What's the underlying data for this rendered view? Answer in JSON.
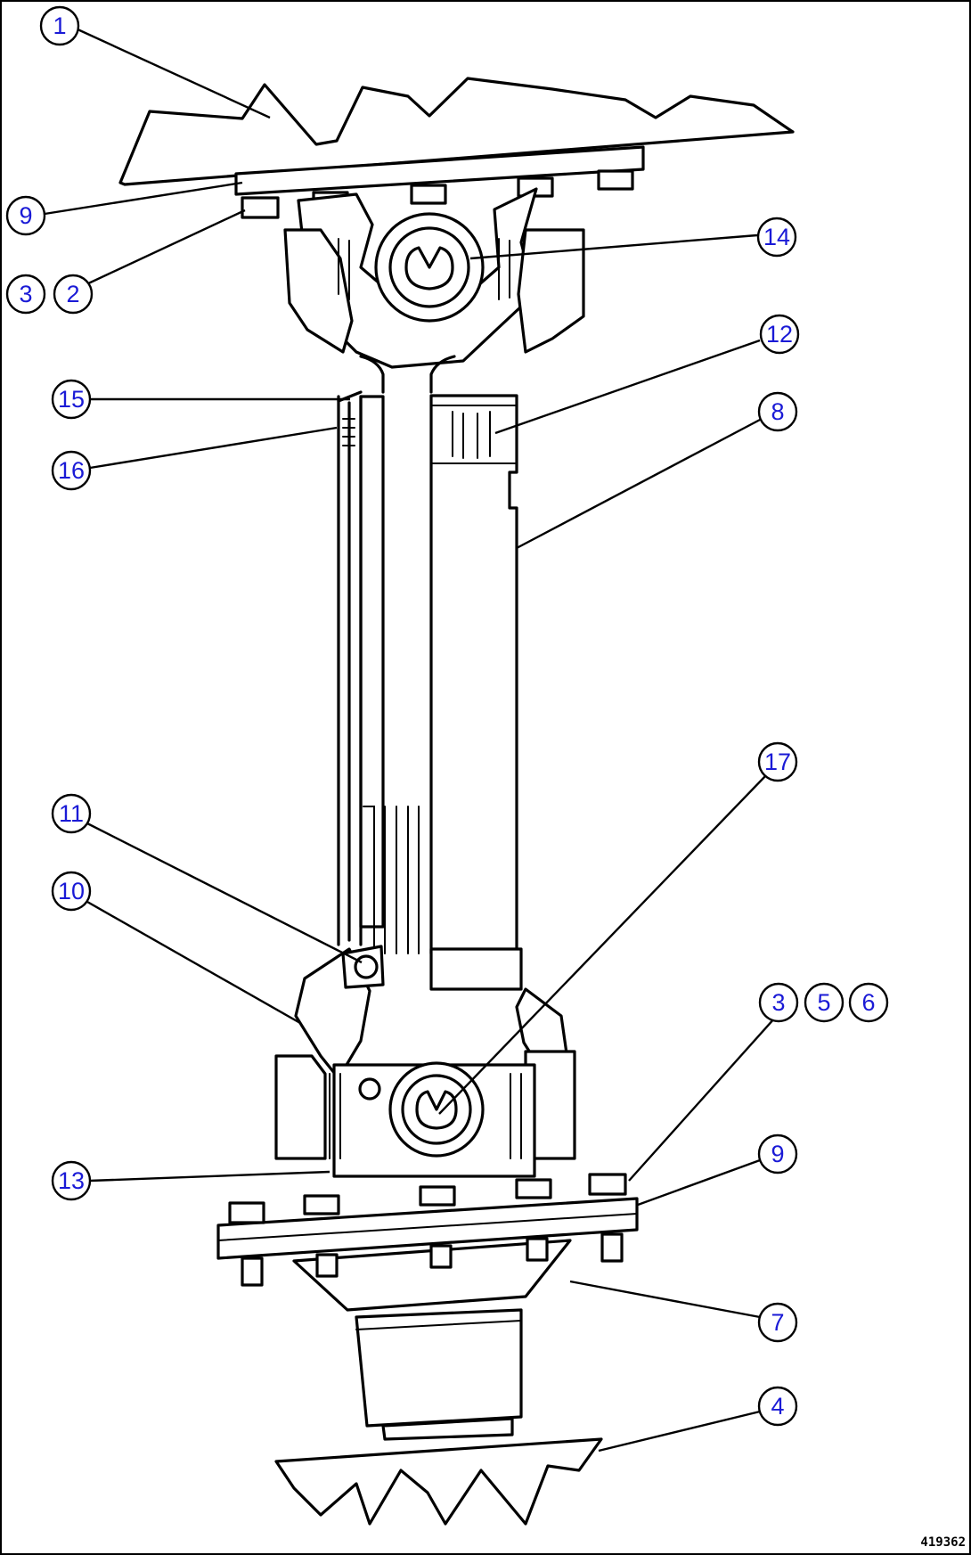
{
  "figure_id": "419362",
  "callouts": [
    {
      "id": "c1",
      "label": "1"
    },
    {
      "id": "c9a",
      "label": "9"
    },
    {
      "id": "c3a",
      "label": "3"
    },
    {
      "id": "c2",
      "label": "2"
    },
    {
      "id": "c14",
      "label": "14"
    },
    {
      "id": "c12",
      "label": "12"
    },
    {
      "id": "c15",
      "label": "15"
    },
    {
      "id": "c8",
      "label": "8"
    },
    {
      "id": "c16",
      "label": "16"
    },
    {
      "id": "c17",
      "label": "17"
    },
    {
      "id": "c11",
      "label": "11"
    },
    {
      "id": "c10",
      "label": "10"
    },
    {
      "id": "c3b",
      "label": "3"
    },
    {
      "id": "c5",
      "label": "5"
    },
    {
      "id": "c6",
      "label": "6"
    },
    {
      "id": "c9b",
      "label": "9"
    },
    {
      "id": "c13",
      "label": "13"
    },
    {
      "id": "c7",
      "label": "7"
    },
    {
      "id": "c4",
      "label": "4"
    }
  ]
}
